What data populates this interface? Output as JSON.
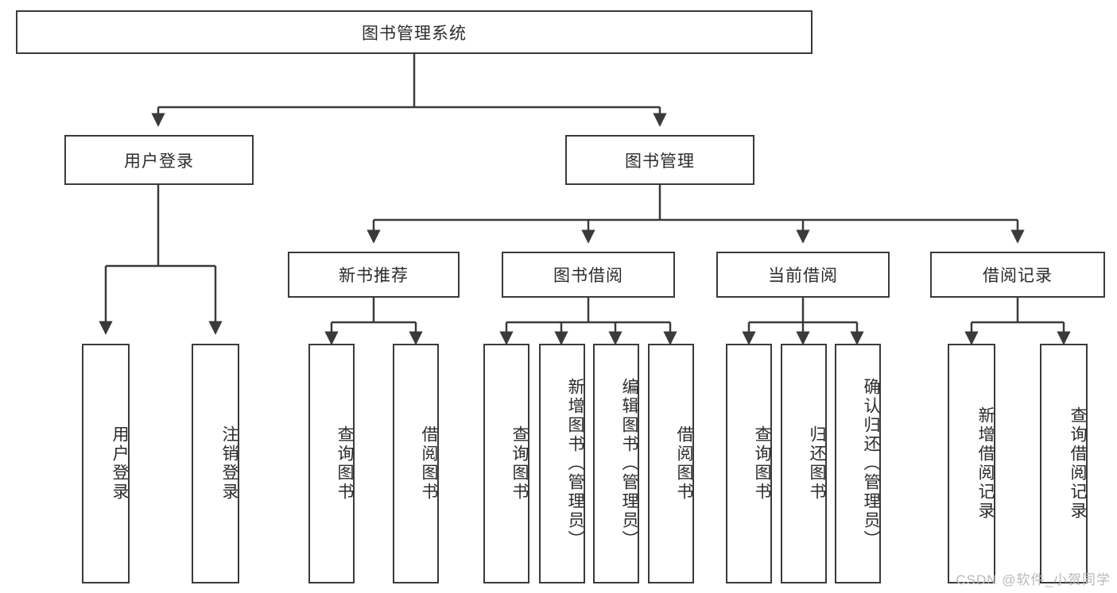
{
  "diagram": {
    "title": "图书管理系统",
    "type": "hierarchy-tree",
    "colors": {
      "stroke": "#3a3a3a",
      "fill": "#ffffff",
      "text": "#2b2b2b",
      "watermark": "#b9b9b9"
    },
    "root": {
      "label": "图书管理系统"
    },
    "level2": [
      {
        "label": "用户登录"
      },
      {
        "label": "图书管理"
      }
    ],
    "level3": [
      {
        "label": "新书推荐"
      },
      {
        "label": "图书借阅"
      },
      {
        "label": "当前借阅"
      },
      {
        "label": "借阅记录"
      }
    ],
    "leaves": {
      "user_login": [
        {
          "label": "用户登录"
        },
        {
          "label": "注销登录"
        }
      ],
      "new_book_recommend": [
        {
          "label": "查询图书"
        },
        {
          "label": "借阅图书"
        }
      ],
      "book_borrow": [
        {
          "label": "查询图书"
        },
        {
          "label": "新增图书（管理员）"
        },
        {
          "label": "编辑图书（管理员）"
        },
        {
          "label": "借阅图书"
        }
      ],
      "current_borrow": [
        {
          "label": "查询图书"
        },
        {
          "label": "归还图书"
        },
        {
          "label": "确认归还（管理员）"
        }
      ],
      "borrow_record": [
        {
          "label": "新增借阅记录"
        },
        {
          "label": "查询借阅记录"
        }
      ]
    },
    "watermark": "CSDN @软件_小贺同学"
  }
}
